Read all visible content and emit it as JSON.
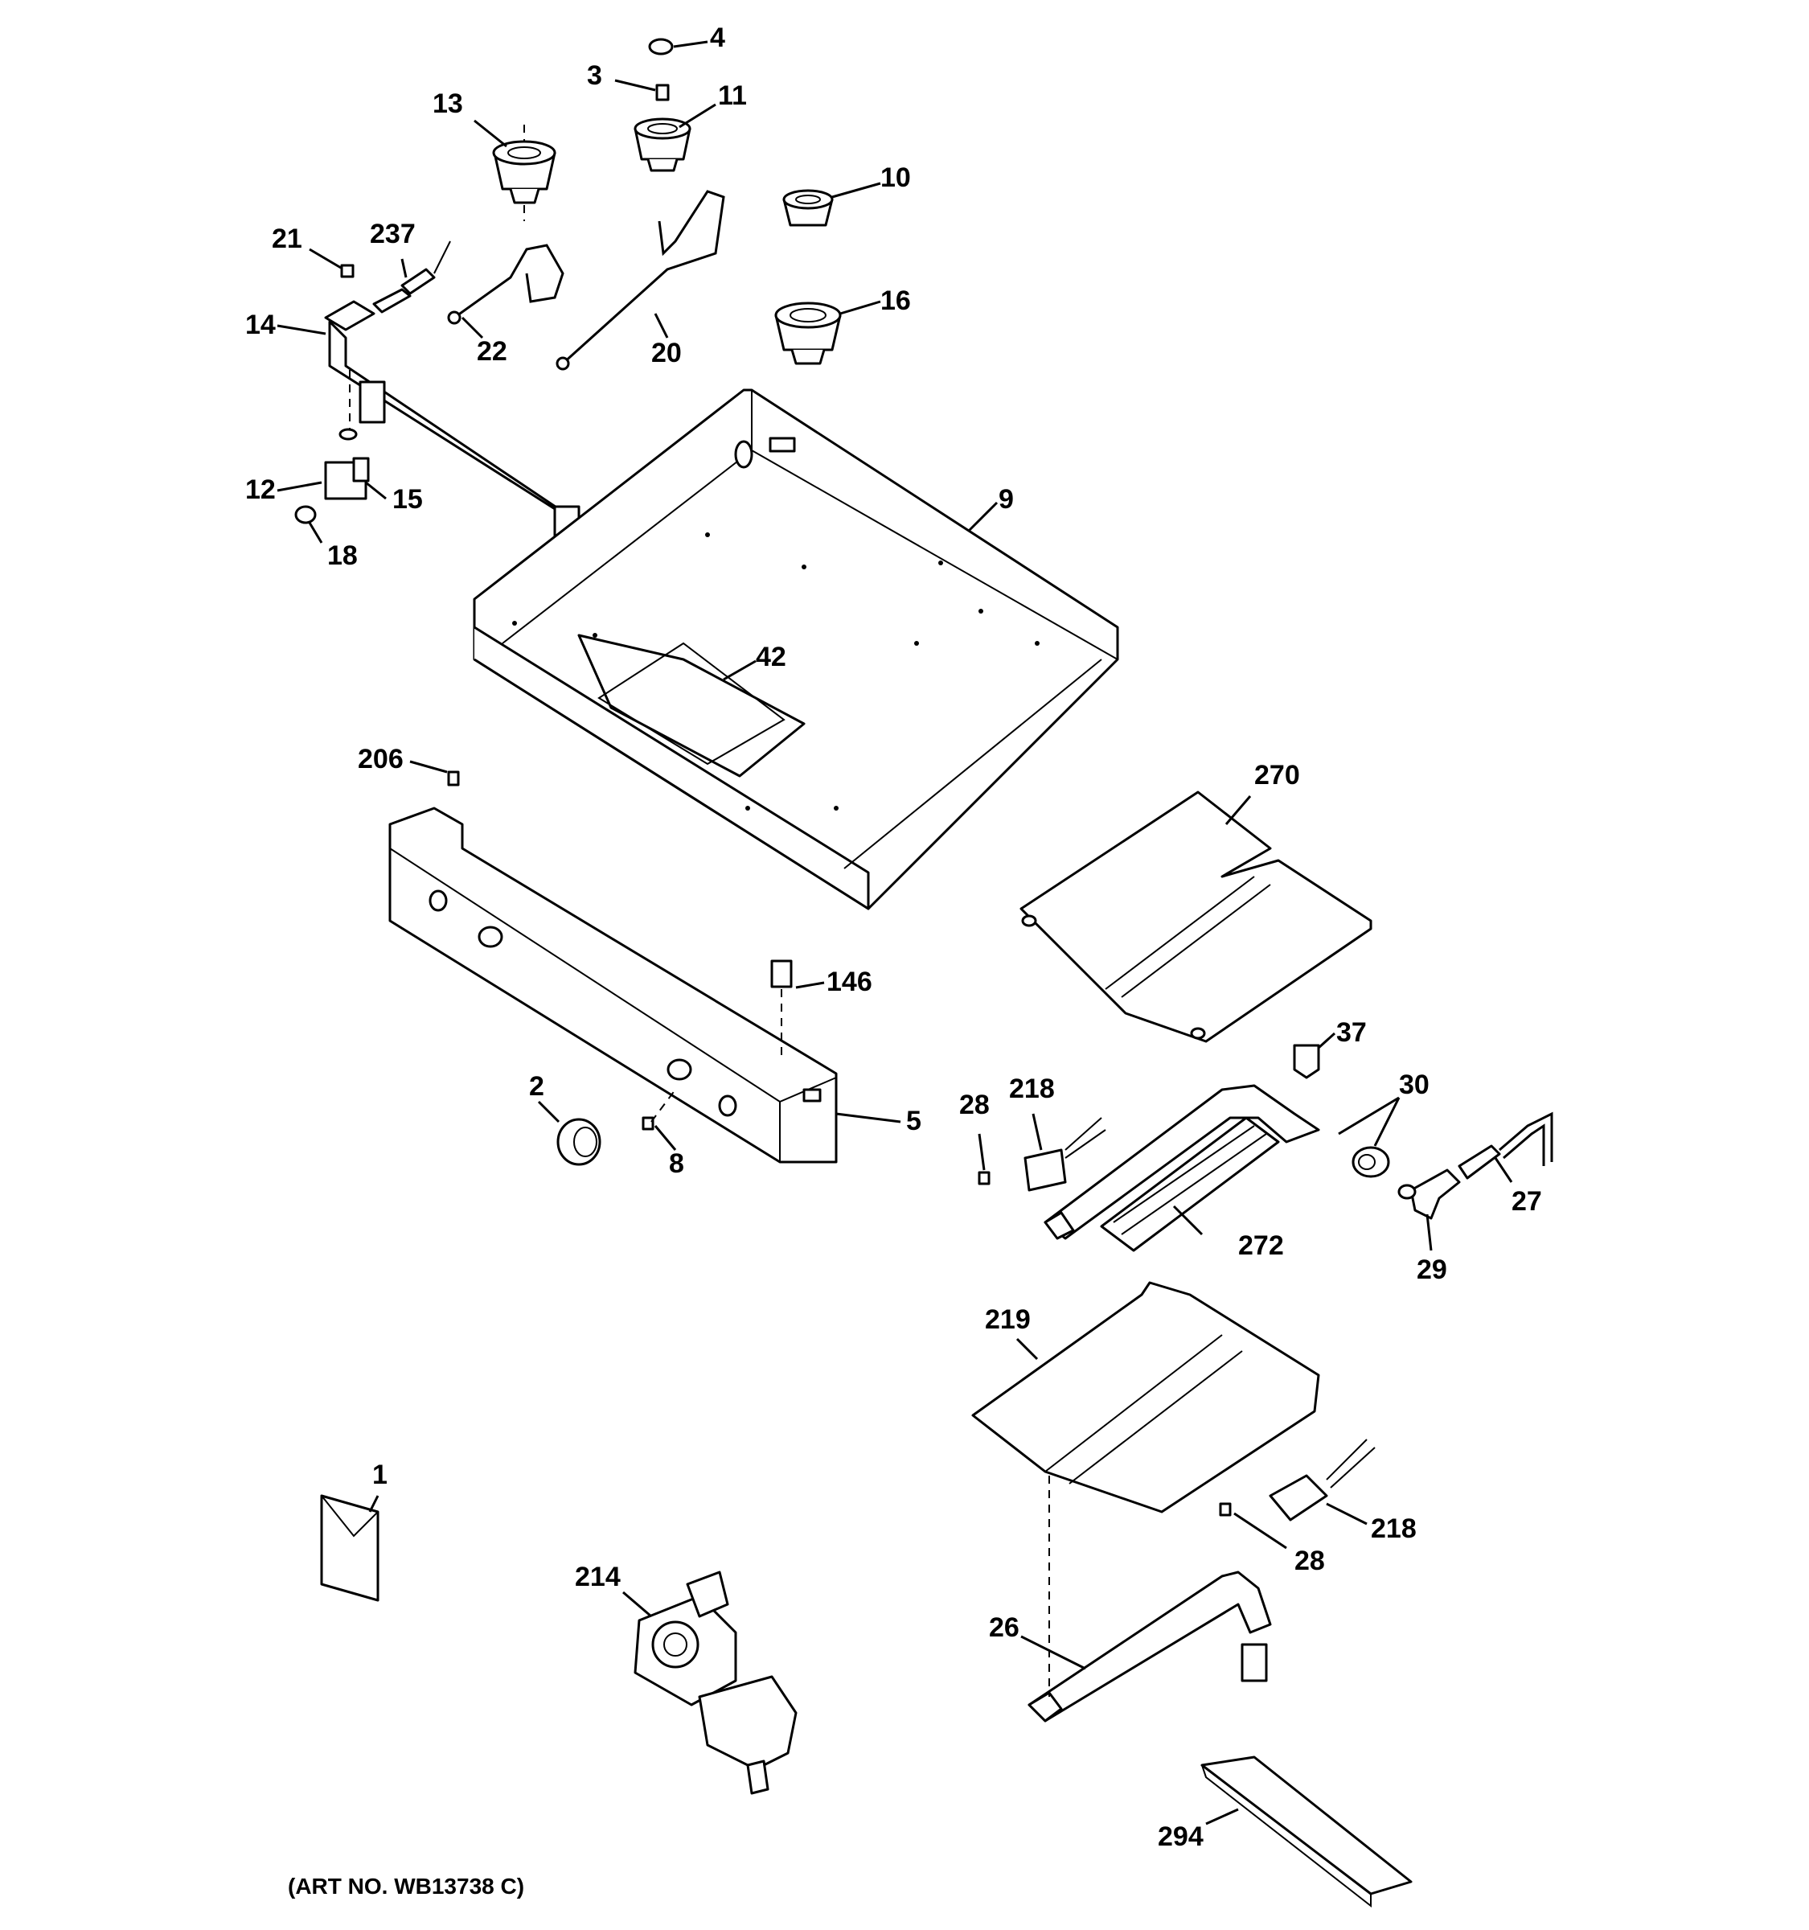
{
  "labels": {
    "l1": "1",
    "l2": "2",
    "l3": "3",
    "l4": "4",
    "l5": "5",
    "l8": "8",
    "l9": "9",
    "l10": "10",
    "l11": "11",
    "l12": "12",
    "l13": "13",
    "l14": "14",
    "l15": "15",
    "l16": "16",
    "l18": "18",
    "l20": "20",
    "l21": "21",
    "l22": "22",
    "l26": "26",
    "l27": "27",
    "l28a": "28",
    "l28b": "28",
    "l29": "29",
    "l30": "30",
    "l37": "37",
    "l42": "42",
    "l146": "146",
    "l206": "206",
    "l214": "214",
    "l218a": "218",
    "l218b": "218",
    "l219": "219",
    "l237": "237",
    "l270": "270",
    "l272": "272",
    "l294": "294"
  },
  "art_no": "(ART NO. WB13738 C)"
}
